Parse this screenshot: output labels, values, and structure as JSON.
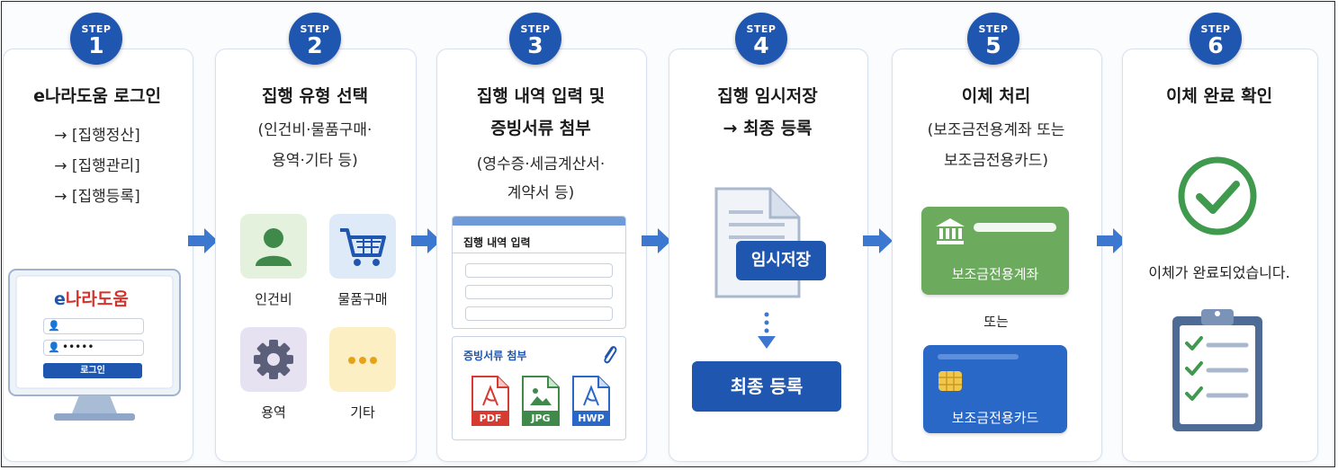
{
  "step_word": "STEP",
  "steps": [
    {
      "number": "1",
      "title": "e나라도움 로그인",
      "sub1": "→ [집행정산]",
      "sub2": "→ [집행관리]",
      "sub3": "→ [집행등록]"
    },
    {
      "number": "2",
      "title": "집행 유형 선택",
      "sub1": "(인건비·물품구매·",
      "sub2": "용역·기타 등)"
    },
    {
      "number": "3",
      "title": "집행 내역 입력 및",
      "title2": "증빙서류 첨부",
      "sub1": "(영수증·세금계산서·",
      "sub2": "계약서 등)"
    },
    {
      "number": "4",
      "title": "집행 임시저장",
      "title2": "→ 최종 등록"
    },
    {
      "number": "5",
      "title": "이체 처리",
      "sub1": "(보조금전용계좌 또는",
      "sub2": "보조금전용카드)"
    },
    {
      "number": "6",
      "title": "이체 완료 확인"
    }
  ],
  "login_screen": {
    "logo_e": "e",
    "logo_rest": "나라도움",
    "password_mask": "•••••",
    "login_button": "로그인"
  },
  "expense_types": [
    "인건비",
    "물품구매",
    "용역",
    "기타"
  ],
  "input_panel": {
    "form_title": "집행 내역 입력",
    "attach_title": "증빙서류 첨부",
    "files": [
      "PDF",
      "JPG",
      "HWP"
    ]
  },
  "save_panel": {
    "temp_save": "임시저장",
    "final_register": "최종 등록"
  },
  "transfer_panel": {
    "account": "보조금전용계좌",
    "or": "또는",
    "card": "보조금전용카드"
  },
  "done_panel": {
    "message": "이체가 완료되었습니다."
  },
  "colors": {
    "brand_blue": "#1f56b0",
    "arrow_blue": "#3c78d0",
    "green": "#5aa05a",
    "card_blue": "#2a68c8"
  }
}
